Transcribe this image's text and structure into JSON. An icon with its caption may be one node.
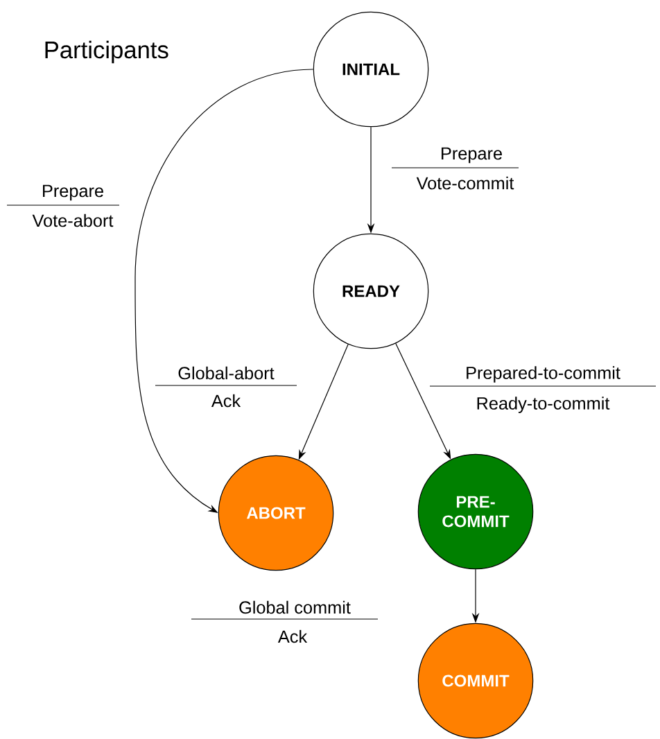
{
  "diagram": {
    "title": "Participants",
    "nodes": [
      {
        "text": [
          "INITIAL"
        ]
      },
      {
        "text": [
          "READY"
        ]
      },
      {
        "text": [
          "ABORT"
        ]
      },
      {
        "text": [
          "PRE- COMMIT"
        ]
      },
      {
        "text": [
          "COMMIT"
        ]
      }
    ],
    "edges": [
      {
        "from": 0,
        "to": 1,
        "arrow": "to"
      },
      {
        "from": 0,
        "to": 2,
        "arrow": "to"
      },
      {
        "from": 1,
        "to": 2,
        "arrow": "to"
      },
      {
        "from": 1,
        "to": 3,
        "arrow": "to"
      },
      {
        "from": 3,
        "to": 4,
        "arrow": "to"
      }
    ],
    "labels": [
      "Prepare",
      "Vote-commit",
      "Prepare",
      "Vote-abort",
      "Global-abort",
      "Ack",
      "Prepared-to-commit",
      "Ready-to-commit",
      "Global commit",
      "Ack"
    ]
  }
}
